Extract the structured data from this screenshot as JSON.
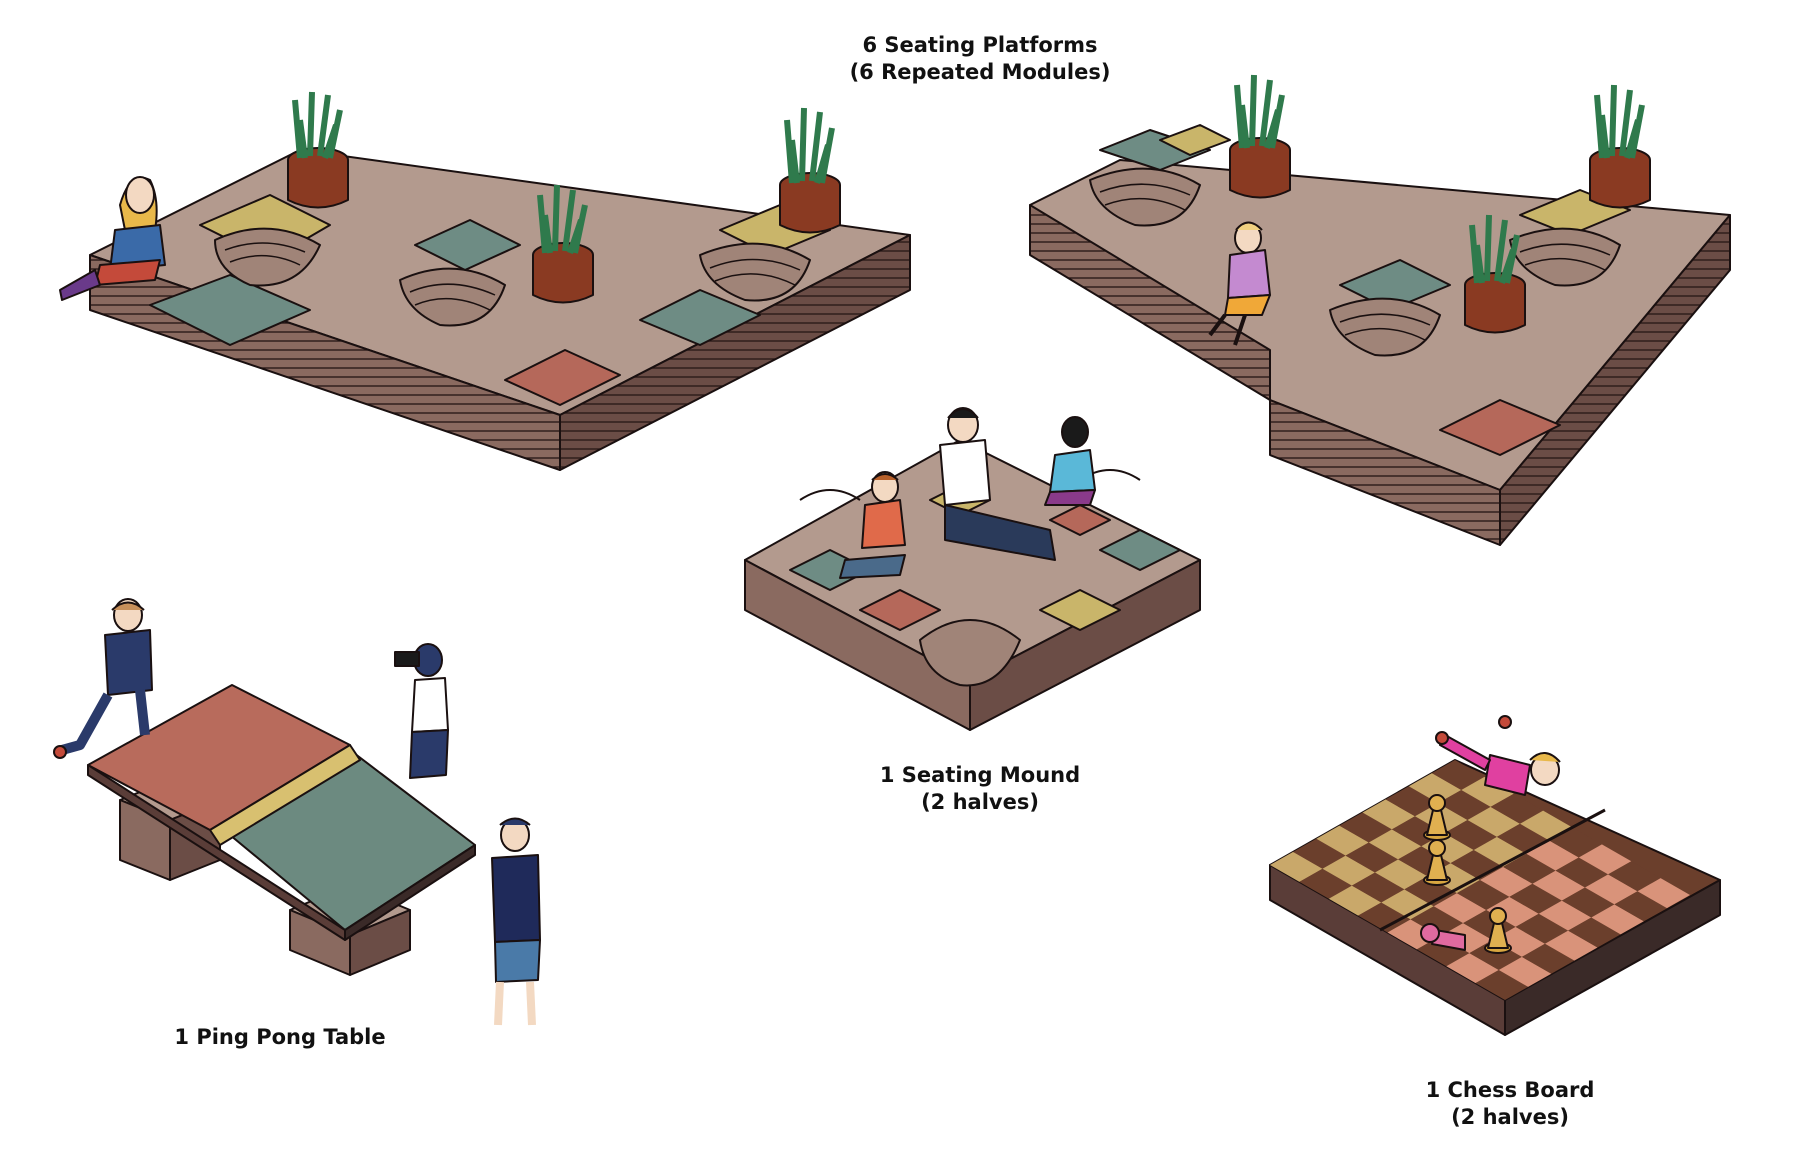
{
  "labels": {
    "platforms": {
      "line1": "6 Seating Platforms",
      "line2": "(6 Repeated Modules)"
    },
    "mound": {
      "line1": "1 Seating Mound",
      "line2": "(2 halves)"
    },
    "pingpong": {
      "line1": "1 Ping Pong Table"
    },
    "chess": {
      "line1": "1 Chess Board",
      "line2": "(2 halves)"
    }
  },
  "colors": {
    "wood_light": "#b39a8e",
    "wood_mid": "#8a6a60",
    "wood_dark": "#5a3d38",
    "seat_green": "#6e8c84",
    "seat_red": "#b5685a",
    "seat_yellow": "#c9b56a",
    "table_red": "#b86b5c",
    "table_green": "#6c8a80",
    "chess_light": "#c9a86a",
    "chess_dark": "#6b3f2c",
    "chess_pink": "#d9937a",
    "pot": "#8a3a22",
    "plant": "#2f7a4c"
  }
}
